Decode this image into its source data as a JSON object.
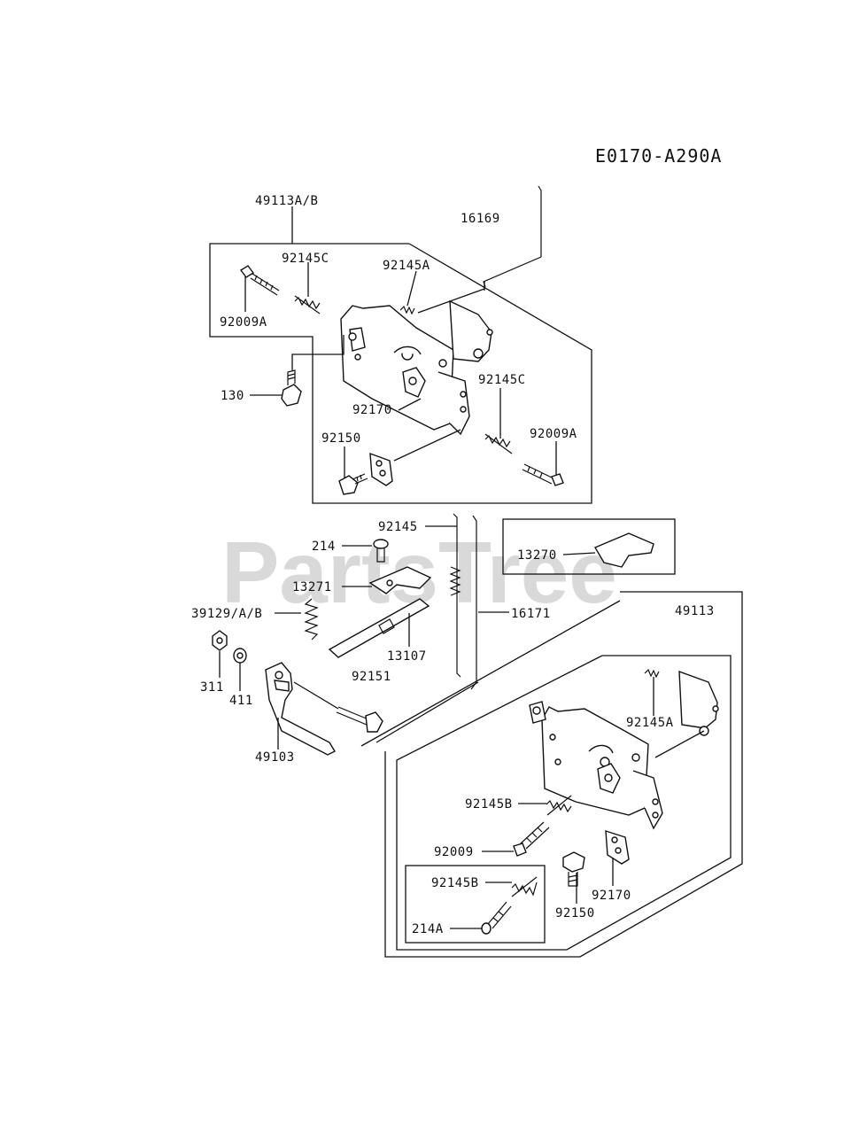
{
  "diagram_code": "E0170-A290A",
  "watermark": "PartsTree",
  "labels": {
    "l49113ab": "49113A/B",
    "l16169": "16169",
    "l92145c_top": "92145C",
    "l92145a_top": "92145A",
    "l92009a_left": "92009A",
    "l130": "130",
    "l92170_top": "92170",
    "l92145c_right": "92145C",
    "l92150_top": "92150",
    "l92009a_right": "92009A",
    "l92145": "92145",
    "l214": "214",
    "l13270": "13270",
    "l13271": "13271",
    "l39129": "39129/A/B",
    "l16171": "16171",
    "l49113": "49113",
    "l13107": "13107",
    "l311": "311",
    "l411": "411",
    "l92151": "92151",
    "l92145a_bot": "92145A",
    "l49103": "49103",
    "l92145b_mid": "92145B",
    "l92009": "92009",
    "l92145b_low": "92145B",
    "l92170_bot": "92170",
    "l92150_bot": "92150",
    "l214a": "214A"
  }
}
